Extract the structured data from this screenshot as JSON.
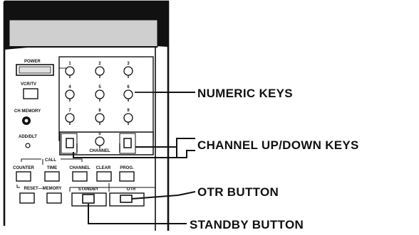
{
  "remote": {
    "power_label": "POWER",
    "vcrtv_label": "VCR/TV",
    "ch_memory_label": "CH MEMORY",
    "add_dlt_label": "ADD/DLT",
    "numeric_keys": [
      "1",
      "2",
      "3",
      "4",
      "5",
      "6",
      "7",
      "8",
      "9",
      "0"
    ],
    "channel_label": "CHANNEL",
    "call_label": "CALL",
    "function_keys": [
      "COUNTER",
      "TIME",
      "CHANNEL",
      "CLEAR",
      "PROG."
    ],
    "reset_memory_label": "RESET—MEMORY",
    "standby_label": "STANDBY",
    "otr_label": "OTR"
  },
  "callouts": {
    "numeric_keys": "NUMERIC KEYS",
    "channel_up_down": "CHANNEL UP/DOWN KEYS",
    "otr_button": "OTR BUTTON",
    "standby_button": "STANDBY BUTTON"
  }
}
